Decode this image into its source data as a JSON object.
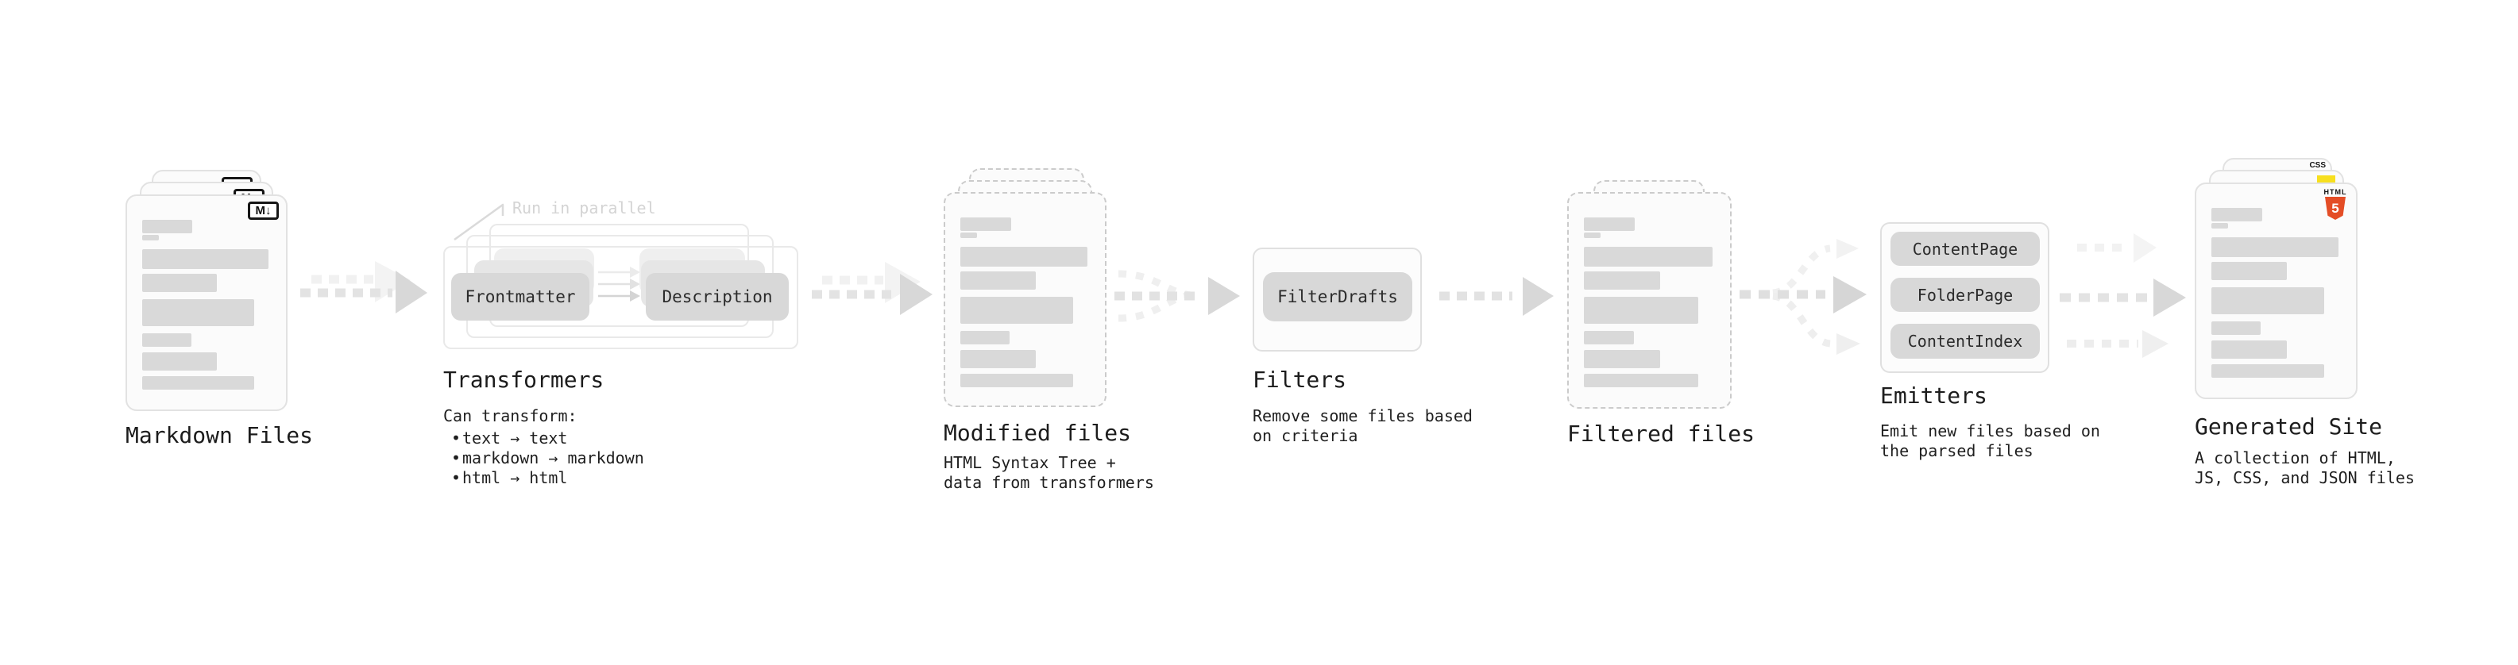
{
  "colors": {
    "background": "#ffffff",
    "card_bg": "#fbfbfb",
    "card_border": "#e2e2e2",
    "dashed_border": "#cbcbcb",
    "bar_fill": "#d9d9d9",
    "pill_bg": "#d8d8d8",
    "text": "#1c1c1c",
    "faded_annotation": "#d4d4d4",
    "arrow_dash": "#e2e2e2",
    "arrow_head": "#d8d8d8",
    "js_yellow": "#f7df1e",
    "html5_orange": "#e44d26",
    "css_blue": "#2862e9"
  },
  "file_card_bars": [
    {
      "w": 39,
      "h": 17,
      "gap": 2
    },
    {
      "w": 13,
      "h": 7,
      "gap": 11
    },
    {
      "w": 98,
      "h": 25,
      "gap": 6
    },
    {
      "w": 58,
      "h": 23,
      "gap": 9
    },
    {
      "w": 87,
      "h": 34,
      "gap": 9
    },
    {
      "w": 38,
      "h": 17,
      "gap": 7
    },
    {
      "w": 58,
      "h": 23,
      "gap": 7
    },
    {
      "w": 87,
      "h": 17,
      "gap": 0
    }
  ],
  "nodes": {
    "markdown_files": {
      "label": "Markdown Files",
      "badge": "M↓"
    },
    "transformers": {
      "label": "Transformers",
      "annotation": "Run in parallel",
      "pill_left": "Frontmatter",
      "pill_right": "Description",
      "description": "Can transform:",
      "bullet_char": "•",
      "bullets": [
        "text → text",
        "markdown → markdown",
        "html → html"
      ]
    },
    "modified_files": {
      "label": "Modified files",
      "description_lines": [
        "HTML Syntax Tree +",
        "data from transformers"
      ]
    },
    "filters": {
      "label": "Filters",
      "pill": "FilterDrafts",
      "description_lines": [
        "Remove some files based",
        "on criteria"
      ]
    },
    "filtered_files": {
      "label": "Filtered files"
    },
    "emitters": {
      "label": "Emitters",
      "pills": [
        "ContentPage",
        "FolderPage",
        "ContentIndex"
      ],
      "description_lines": [
        "Emit new files based on",
        "the parsed files"
      ]
    },
    "generated_site": {
      "label": "Generated Site",
      "badges": {
        "css": "CSS",
        "html": "HTML",
        "html_number": "5"
      },
      "description_lines": [
        "A collection of HTML,",
        "JS, CSS, and JSON files"
      ]
    }
  }
}
